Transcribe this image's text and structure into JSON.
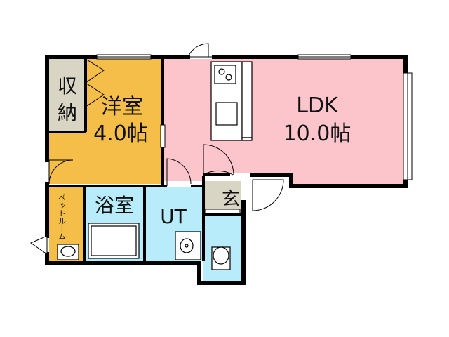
{
  "rooms": {
    "ldk_name": "LDK",
    "ldk_size": "10.0帖",
    "western_name": "洋室",
    "western_size": "4.0帖",
    "closet_line1": "収",
    "closet_line2": "納",
    "bath": "浴室",
    "utility": "UT",
    "entrance": "玄",
    "pet_room": "ペットルーム"
  },
  "colors": {
    "ldk": "#fcc5cc",
    "western": "#f5be48",
    "wet_area": "#b8ecfa",
    "storage": "#d9d5c5",
    "wall": "#000000"
  }
}
